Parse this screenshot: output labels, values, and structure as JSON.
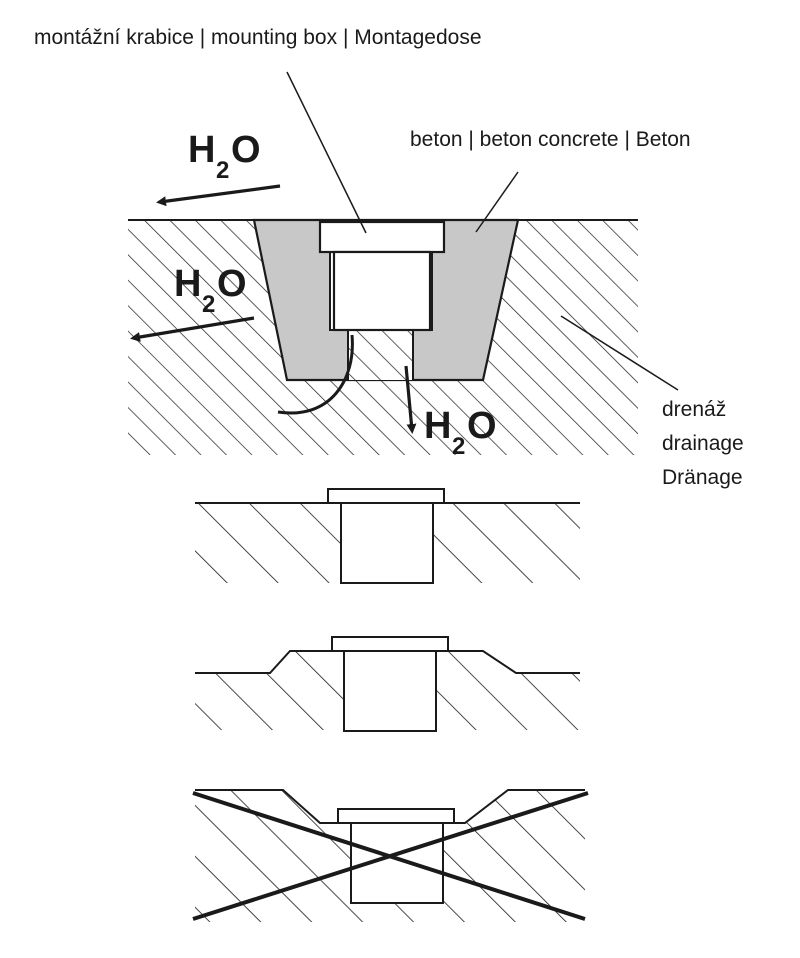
{
  "labels": {
    "mounting_box": "montážní krabice | mounting box | Montagedose",
    "concrete": "beton | beton concrete | Beton",
    "drainage_cz": "drenáž",
    "drainage_en": "drainage",
    "drainage_de": "Dränage"
  },
  "water": {
    "symbol_main": "H",
    "symbol_sub": "2",
    "symbol_end": "O"
  },
  "colors": {
    "stroke": "#1a1a1a",
    "concrete_fill": "#c8c8c8",
    "background": "#ffffff"
  }
}
